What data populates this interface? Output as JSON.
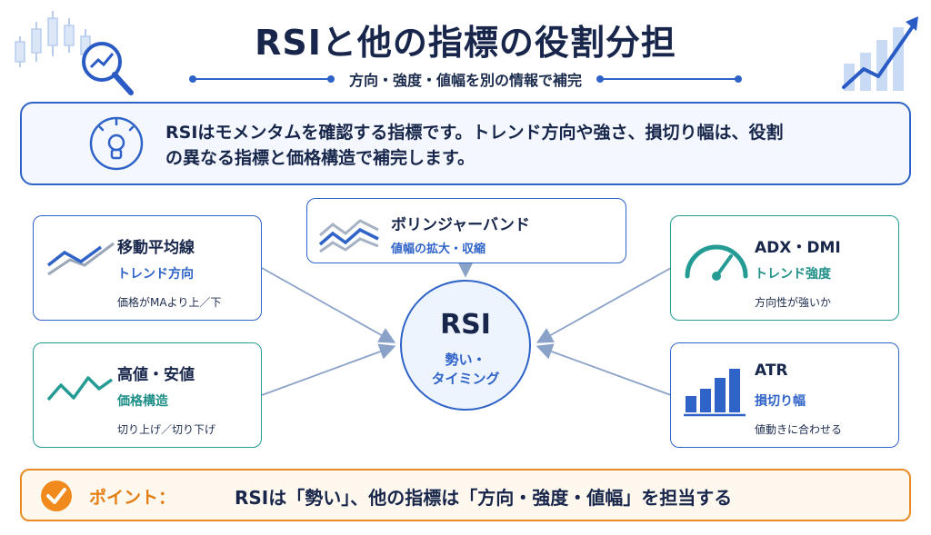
{
  "header": {
    "title": "RSIと他の指標の役割分担",
    "subtitle": "方向・強度・値幅を別の情報で補完"
  },
  "intro": {
    "line1": "RSIはモメンタムを確認する指標です。トレンド方向や強さ、損切り幅は、役割",
    "line2": "の異なる指標と価格構造で補完します。"
  },
  "center": {
    "title": "RSI",
    "sub_line1": "勢い・",
    "sub_line2": "タイミング"
  },
  "cards": {
    "ma": {
      "title": "移動平均線",
      "sub": "トレンド方向",
      "desc": "価格がMAより上／下"
    },
    "hl": {
      "title": "高値・安値",
      "sub": "価格構造",
      "desc": "切り上げ／切り下げ"
    },
    "bb": {
      "title": "ボリンジャーバンド",
      "sub": "値幅の拡大・収縮"
    },
    "adx": {
      "title": "ADX・DMI",
      "sub": "トレンド強度",
      "desc": "方向性が強いか"
    },
    "atr": {
      "title": "ATR",
      "sub": "損切り幅",
      "desc": "値動きに合わせる"
    }
  },
  "point": {
    "label": "ポイント：",
    "text": "RSIは「勢い」、他の指標は「方向・強度・値幅」を担当する"
  },
  "colors": {
    "blue": "#2f63c8",
    "teal": "#249c94",
    "navy": "#17264a",
    "orange": "#e98a24"
  },
  "icons": {
    "candles": "candlestick-icon",
    "magnifier": "magnifier-chart-icon",
    "growth": "growth-bars-icon",
    "gauge_bulb": "gauge-bulb-icon",
    "ma": "trend-lines-icon",
    "hl": "zigzag-icon",
    "bb": "bands-icon",
    "adx": "speedometer-icon",
    "atr": "bar-chart-icon",
    "check": "check-circle-icon"
  }
}
